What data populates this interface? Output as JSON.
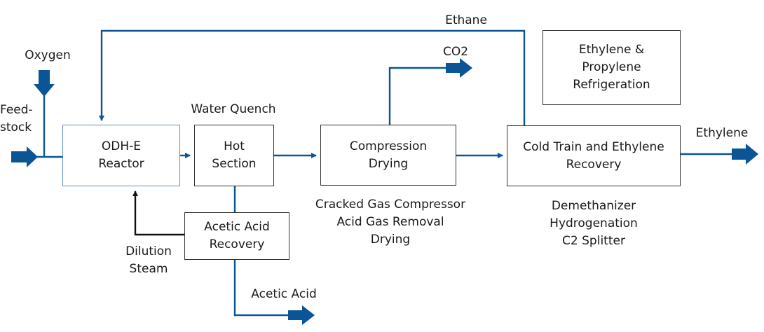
{
  "diagram": {
    "type": "process-flow",
    "colors": {
      "stream": "#0b5596",
      "recycle": "#111111",
      "box_border": "#333333",
      "reactor_border": "#5b8fc4"
    },
    "units": {
      "reactor": "ODH-E\nReactor",
      "hot_section": "Hot\nSection",
      "compression": "Compression\nDrying",
      "cold_train": "Cold Train and Ethylene\nRecovery",
      "refrigeration": "Ethylene &\nPropylene\nRefrigeration",
      "acetic_recovery": "Acetic Acid\nRecovery"
    },
    "streams": {
      "oxygen": "Oxygen",
      "feedstock": "Feed-\nstock",
      "ethane": "Ethane",
      "co2": "CO2",
      "ethylene": "Ethylene",
      "acetic_acid": "Acetic Acid",
      "dilution_steam": "Dilution\nSteam"
    },
    "annotations": {
      "water_quench": "Water Quench",
      "compression_notes": "Cracked Gas Compressor\nAcid Gas Removal\nDrying",
      "cold_train_notes": "Demethanizer\nHydrogenation\nC2 Splitter"
    }
  }
}
